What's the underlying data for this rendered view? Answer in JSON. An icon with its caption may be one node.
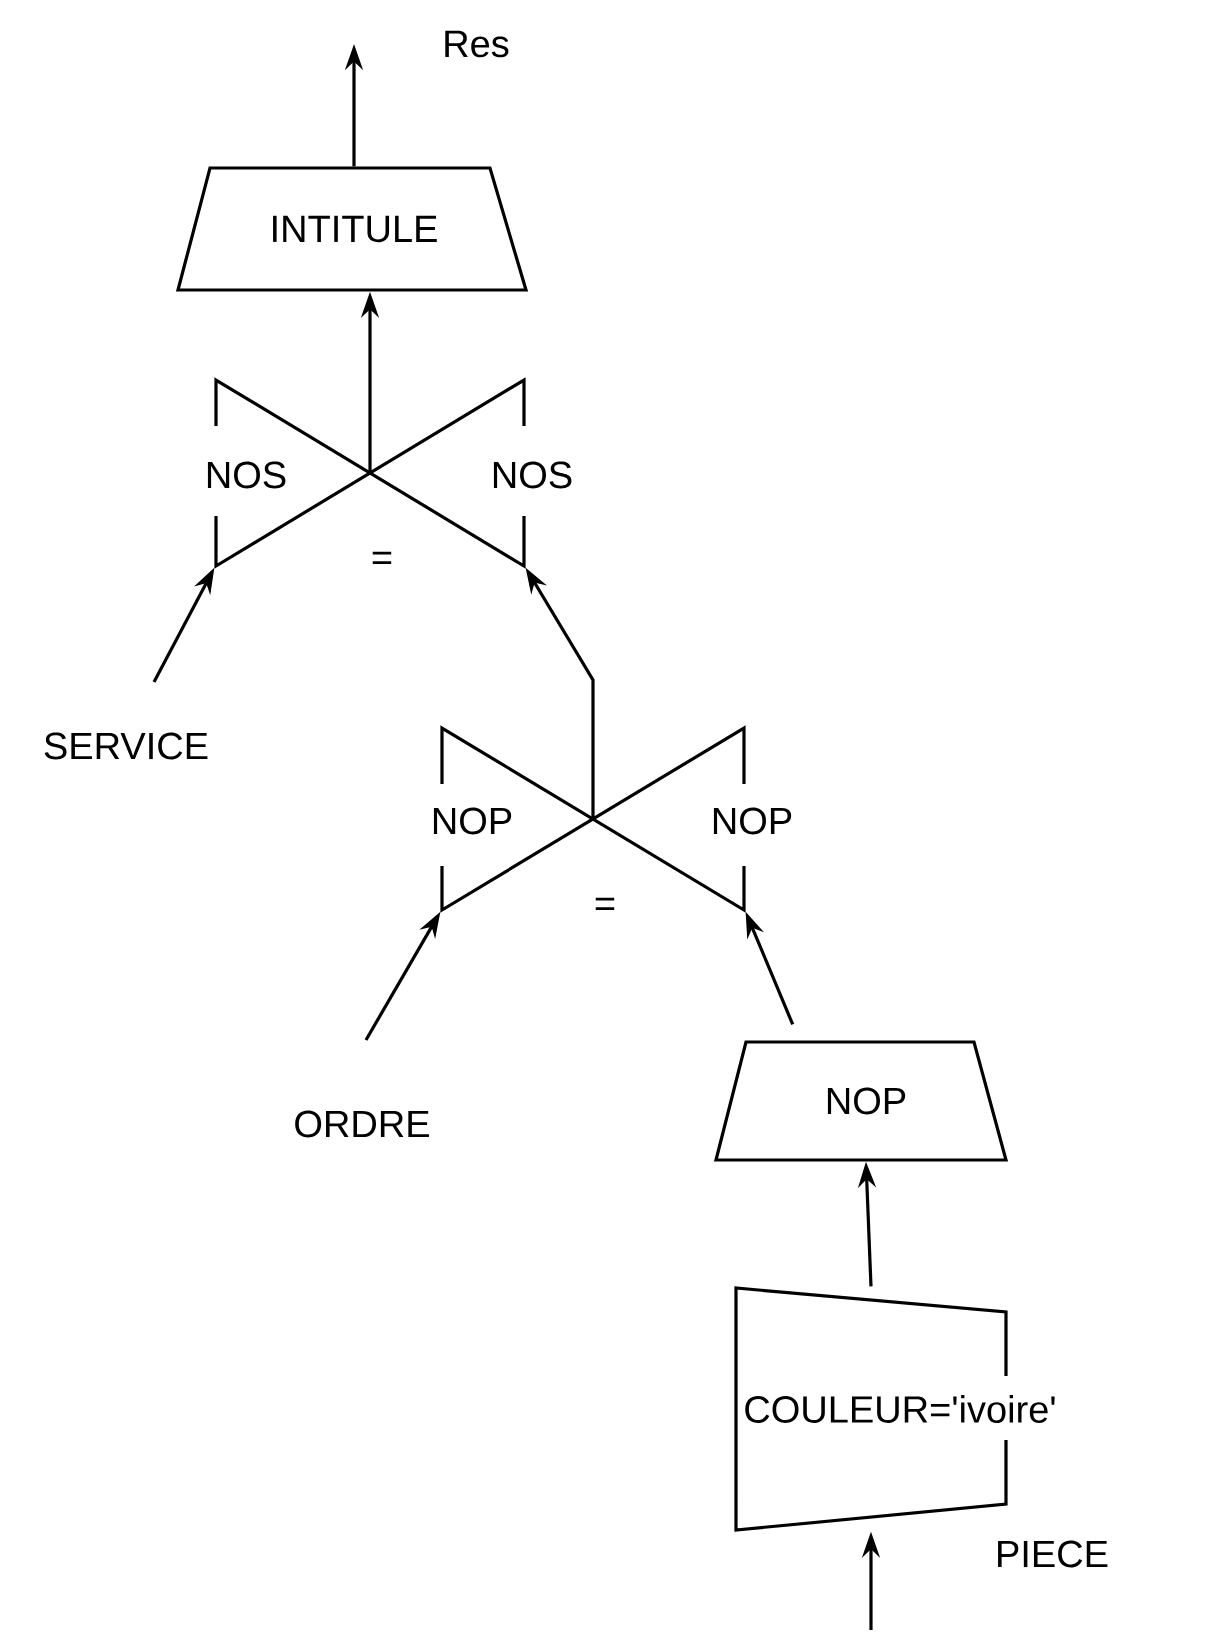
{
  "diagram": {
    "nodes": [
      {
        "text": [
          "Res"
        ]
      },
      {
        "text": [
          "INTITULE"
        ]
      },
      {
        "text": [
          "NOS",
          "NOS",
          "="
        ]
      },
      {
        "text": [
          "SERVICE"
        ]
      },
      {
        "text": [
          "NOP",
          "NOP",
          "="
        ]
      },
      {
        "text": [
          "ORDRE"
        ]
      },
      {
        "text": [
          "NOP"
        ]
      },
      {
        "text": [
          "COULEUR='ivoire'"
        ]
      }
    ],
    "labels": [
      "PIECE"
    ],
    "edges": [
      {
        "from": 1,
        "to": 0,
        "arrow": "to"
      },
      {
        "from": 2,
        "to": 1,
        "arrow": "to"
      },
      {
        "from": 3,
        "to": 2,
        "arrow": "to"
      },
      {
        "from": 4,
        "to": 2,
        "arrow": "to"
      },
      {
        "from": 5,
        "to": 4,
        "arrow": "to"
      },
      {
        "from": 6,
        "to": 4,
        "arrow": "to"
      },
      {
        "from": 7,
        "to": 6,
        "arrow": "to"
      },
      {
        "from": null,
        "to": 7,
        "arrow": "to"
      }
    ]
  }
}
